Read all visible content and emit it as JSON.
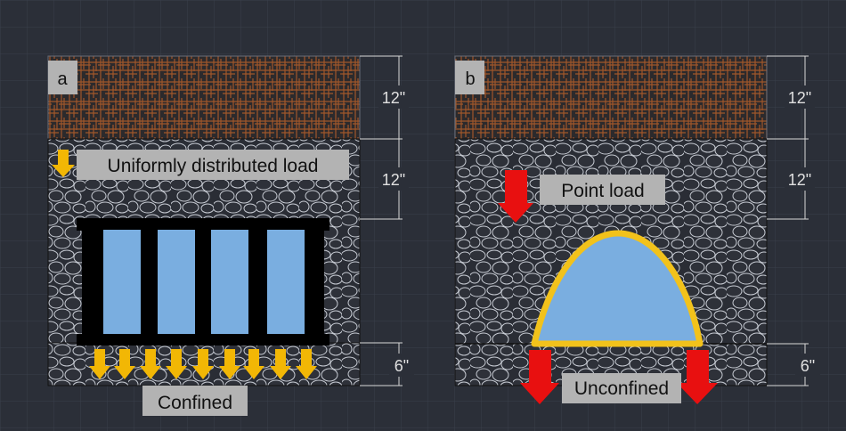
{
  "panels": {
    "a": {
      "label": "a",
      "load_label": "Uniformly distributed load",
      "support_label": "Confined",
      "dims": [
        "12\"",
        "12\"",
        "6\""
      ]
    },
    "b": {
      "label": "b",
      "load_label": "Point load",
      "support_label": "Unconfined",
      "dims": [
        "12\"",
        "12\"",
        "6\""
      ]
    }
  },
  "colors": {
    "background": "#2b2f38",
    "grid": "#3a3f4a",
    "surface_layer": "#3a2e2a",
    "surface_hatch": "#a0562a",
    "gravel": "#2a2d35",
    "gravel_outline": "#c8ccd4",
    "culvert_fill": "#7aaee0",
    "frame": "#000000",
    "arch_outline": "#f2c21b",
    "udl_arrow": "#f2b705",
    "point_arrow": "#e81010",
    "label_bg": "#b3b3b3",
    "dim_line": "#d8d8d8"
  }
}
